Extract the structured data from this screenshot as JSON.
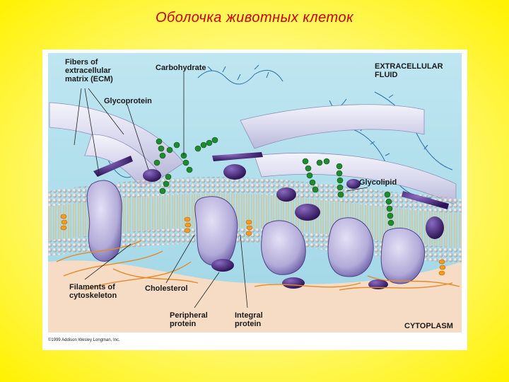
{
  "slide": {
    "title": "Оболочка животных клеток"
  },
  "figure": {
    "labels": {
      "fibers_ecm": "Fibers of\nextracellular\nmatrix (ECM)",
      "carbohydrate": "Carbohydrate",
      "glycoprotein": "Glycoprotein",
      "extracellular_fluid": "EXTRACELLULAR\nFLUID",
      "glycolipid": "Glycolipid",
      "filaments": "Filaments of\ncytoskeleton",
      "cholesterol": "Cholesterol",
      "peripheral_protein": "Peripheral\nprotein",
      "integral_protein": "Integral\nprotein",
      "cytoplasm": "CYTOPLASM"
    },
    "copyright": "©1999 Addison Wesley Longman, Inc.",
    "colors": {
      "extracellular_fluid": "#a9dcea",
      "cytoplasm": "#f6dcc4",
      "phospholipid_head": "#d9d9d9",
      "protein": "#b7b2dc",
      "peripheral_protein": "#4a2a7a",
      "carbohydrate_chain": "#1f8a2e",
      "cholesterol": "#f59b1d",
      "ecm_fiber": "#e2e2f2",
      "cytoskeleton": "#e48a2a"
    }
  }
}
